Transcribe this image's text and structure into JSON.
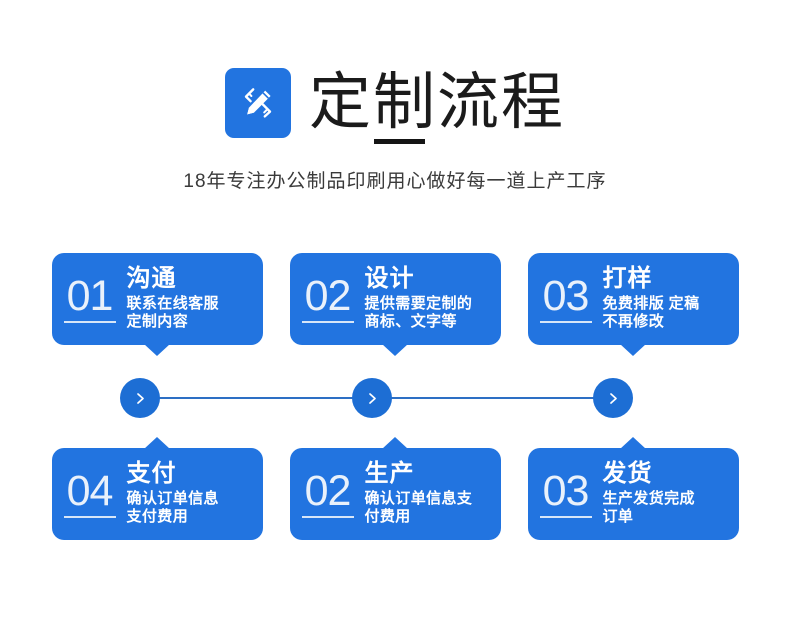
{
  "header": {
    "icon": "pencil-ruler-icon",
    "title": "定制流程",
    "subtitle": "18年专注办公制品印刷用心做好每一道上产工序",
    "accent_color": "#2274e0",
    "title_color": "#1b1b1b"
  },
  "steps_top": [
    {
      "number": "01",
      "title": "沟通",
      "desc_lines": [
        "联系在线客服",
        "定制内容"
      ]
    },
    {
      "number": "02",
      "title": "设计",
      "desc_lines": [
        "提供需要定制的",
        "商标、文字等"
      ]
    },
    {
      "number": "03",
      "title": "打样",
      "desc_lines": [
        "免费排版 定稿",
        "不再修改"
      ]
    }
  ],
  "steps_bottom": [
    {
      "number": "04",
      "title": "支付",
      "desc_lines": [
        "确认订单信息",
        "支付费用"
      ]
    },
    {
      "number": "02",
      "title": "生产",
      "desc_lines": [
        "确认订单信息支",
        "付费用"
      ]
    },
    {
      "number": "03",
      "title": "发货",
      "desc_lines": [
        "生产发货完成",
        "订单"
      ]
    }
  ],
  "connector": {
    "markers": [
      "chevron-right-icon",
      "chevron-right-icon",
      "chevron-right-icon"
    ],
    "line_color": "#2d6fc4",
    "dot_color": "#1d6ed4"
  }
}
